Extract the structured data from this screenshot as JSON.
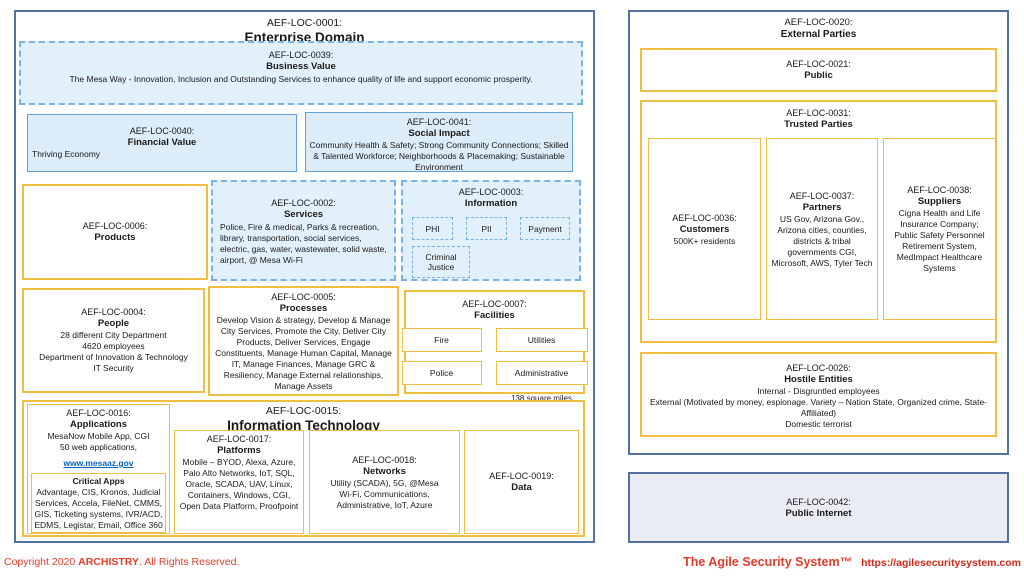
{
  "colors": {
    "frame_blue": "#54719e",
    "accent_blue_border": "#63a2d8",
    "dashed_blue": "#7ab4e6",
    "light_blue_fill": "#dcecf9",
    "gold_border": "#f1be42",
    "internet_gray_fill": "#e9ecf2",
    "link_blue": "#0563c1",
    "footer_red": "#e23d28"
  },
  "enterprise": {
    "code": "AEF-LOC-0001:",
    "name": "Enterprise Domain",
    "business_value": {
      "code": "AEF-LOC-0039:",
      "name": "Business Value",
      "desc": "The Mesa Way - Innovation, Inclusion and Outstanding Services to enhance quality of life and support economic prosperity."
    },
    "financial_value": {
      "code": "AEF-LOC-0040:",
      "name": "Financial Value",
      "desc": "Thriving Economy"
    },
    "social_impact": {
      "code": "AEF-LOC-0041:",
      "name": "Social Impact",
      "desc": "Community Health & Safety; Strong Community Connections; Skilled & Talented Workforce; Neighborhoods & Placemaking; Sustainable Environment"
    },
    "products": {
      "code": "AEF-LOC-0006:",
      "name": "Products"
    },
    "services": {
      "code": "AEF-LOC-0002:",
      "name": "Services",
      "desc": "Police, Fire & medical, Parks & recreation, library, transportation, social services, electric, gas, water, wastewater, solid waste, airport, @ Mesa Wi-Fi"
    },
    "information": {
      "code": "AEF-LOC-0003:",
      "name": "Information",
      "tags": [
        "PHI",
        "PII",
        "Payment",
        "Criminal Justice"
      ]
    },
    "people": {
      "code": "AEF-LOC-0004:",
      "name": "People",
      "lines": [
        "28 different City Department",
        "4620 employees",
        "Department of Innovation & Technology",
        "IT Security"
      ]
    },
    "processes": {
      "code": "AEF-LOC-0005:",
      "name": "Processes",
      "desc": "Develop Vision & strategy, Develop & Manage City Services, Promote the City, Deliver City Products, Deliver Services, Engage Constituents, Manage Human Capital, Manage IT,  Manage Finances, Manage GRC & Resiliency, Manage External relationships, Manage Assets"
    },
    "facilities": {
      "code": "AEF-LOC-0007:",
      "name": "Facilities",
      "tags": [
        "Fire",
        "Utilities",
        "Police",
        "Administrative"
      ],
      "note": "138 square miles"
    },
    "it": {
      "code": "AEF-LOC-0015:",
      "name": "Information Technology",
      "applications": {
        "code": "AEF-LOC-0016:",
        "name": "Applications",
        "line1": "MesaNow Mobile App, CGI",
        "line2": "50 web applications,",
        "link": "www.mesaaz.gov",
        "critical_apps": {
          "title": "Critical Apps",
          "desc": "Advantage, CIS, Kronos, Judicial Services, Accela, FileNet, CMMS, GIS, Ticketing systems, IVR/ACD, EDMS, Legistar, Email, Office 360"
        }
      },
      "platforms": {
        "code": "AEF-LOC-0017:",
        "name": "Platforms",
        "desc": "Mobile – BYOD, Alexa, Azure, Palo Alto Networks, IoT, SQL, Oracle, SCADA, UAV, Linux, Containers, Windows, CGI, Open Data Platform, Proofpoint"
      },
      "networks": {
        "code": "AEF-LOC-0018:",
        "name": "Networks",
        "desc": "Utility (SCADA), 5G, @Mesa Wi-Fi, Communications, Administrative, IoT, Azure"
      },
      "data": {
        "code": "AEF-LOC-0019:",
        "name": "Data"
      }
    }
  },
  "external": {
    "code": "AEF-LOC-0020:",
    "name": "External Parties",
    "public": {
      "code": "AEF-LOC-0021:",
      "name": "Public"
    },
    "trusted": {
      "code": "AEF-LOC-0031:",
      "name": "Trusted Parties",
      "customers": {
        "code": "AEF-LOC-0036:",
        "name": "Customers",
        "desc": "500K+ residents"
      },
      "partners": {
        "code": "AEF-LOC-0037:",
        "name": "Partners",
        "desc": "US Gov,  Arizona Gov., Arizona cities, counties, districts & tribal governments CGI, Microsoft, AWS, Tyler Tech"
      },
      "suppliers": {
        "code": "AEF-LOC-0038:",
        "name": "Suppliers",
        "desc": "Cigna Health and Life Insurance Company; Public Safety Personnel Retirement System, MedImpact Healthcare Systems"
      }
    },
    "hostile": {
      "code": "AEF-LOC-0026:",
      "name": "Hostile Entities",
      "lines": [
        "Internal - Disgruntled employees",
        "External (Motivated by money, espionage. Variety – Nation State, Organized crime, State-Affiliated)",
        "Domestic terrorist"
      ]
    }
  },
  "internet": {
    "code": "AEF-LOC-0042:",
    "name": "Public Internet"
  },
  "page": {
    "footer_left": {
      "prefix": "Copyright 2020 ",
      "brand": "ARCHISTRY",
      "suffix": ". All Rights Reserved."
    },
    "footer_right": {
      "brand": "The Agile Security System™",
      "url": "https://agilesecuritysystem.com"
    }
  }
}
